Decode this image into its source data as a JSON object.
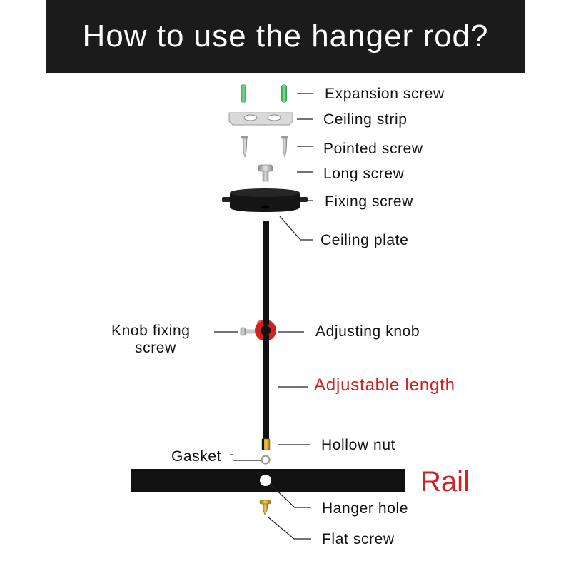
{
  "title": "How to use the hanger rod?",
  "labels": {
    "expansion_screw": "Expansion screw",
    "ceiling_strip": "Ceiling strip",
    "pointed_screw": "Pointed screw",
    "long_screw": "Long screw",
    "fixing_screw": "Fixing screw",
    "ceiling_plate": "Ceiling plate",
    "knob_fixing_screw_line1": "Knob fixing",
    "knob_fixing_screw_line2": "screw",
    "adjusting_knob": "Adjusting knob",
    "adjustable_length": "Adjustable length",
    "hollow_nut": "Hollow nut",
    "gasket": "Gasket",
    "rail": "Rail",
    "hanger_hole": "Hanger hole",
    "flat_screw": "Flat screw"
  },
  "colors": {
    "banner": "#1b1b1b",
    "expansion_screw": "#4cc46a",
    "accent_red": "#d42020",
    "brass": "#d4a72c",
    "metal": "#b8b8b8",
    "rod": "#111111"
  }
}
